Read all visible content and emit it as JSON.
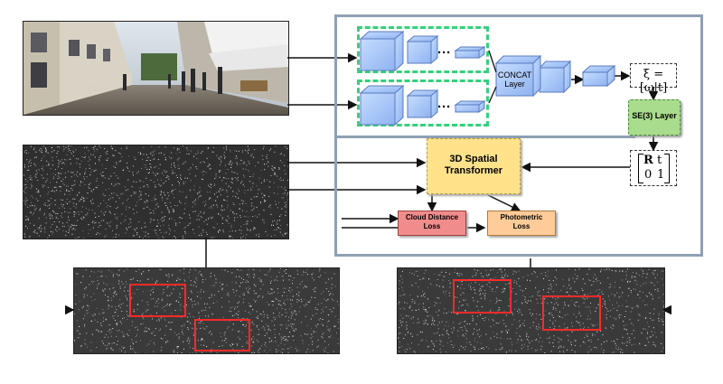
{
  "network": {
    "concat_label": "CONCAT\nLayer",
    "spatial_transformer_label": "3D Spatial\nTransformer",
    "se3_label": "SE(3) Layer",
    "cloud_loss_label": "Cloud Distance\nLoss",
    "photo_loss_label": "Photometric\nLoss",
    "pose_vector_label": "ξ = [ω|t]",
    "transform_matrix": {
      "r00": "R",
      "r01": "t",
      "r10": "0",
      "r11": "1"
    },
    "ellipsis": "···"
  },
  "colors": {
    "frame": "#8ea0b4",
    "dashed_green": "#33d17a",
    "block_blue": "#9ec3ff",
    "se3_green": "#a9dc8c",
    "spatial_yellow": "#ffe28a",
    "cloud_loss_red": "#f08c8c",
    "photo_loss_orange": "#ffcc99",
    "highlight_red": "#ff2a2a"
  }
}
